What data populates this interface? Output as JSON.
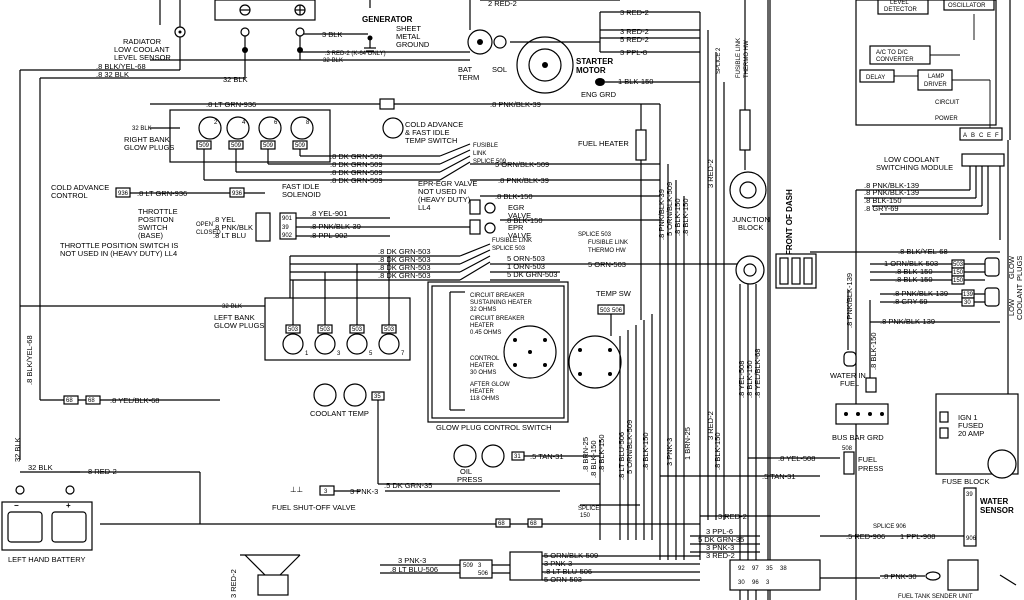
{
  "labels": {
    "generator": "GENERATOR",
    "sheet_metal_1": "SHEET",
    "sheet_metal_2": "METAL",
    "sheet_metal_3": "GROUND",
    "radiator_1": "RADIATOR",
    "radiator_2": "LOW COOLANT",
    "radiator_3": "LEVEL SENSOR",
    "bat_term_1": "BAT",
    "bat_term_2": "TERM",
    "sol": "SOL",
    "starter_1": "STARTER",
    "starter_2": "MOTOR",
    "eng_grd": "ENG GRD",
    "right_bank_1": "RIGHT BANK",
    "right_bank_2": "GLOW PLUGS",
    "cold_adv_sw_1": "COLD ADVANCE",
    "cold_adv_sw_2": "& FAST IDLE",
    "cold_adv_sw_3": "TEMP SWITCH",
    "fusible_link": "FUSIBLE",
    "link": "LINK",
    "splice_509": "SPLICE 509",
    "fuel_heater": "FUEL HEATER",
    "cold_adv_ctrl_1": "COLD ADVANCE",
    "cold_adv_ctrl_2": "CONTROL",
    "fast_idle_1": "FAST IDLE",
    "fast_idle_2": "SOLENOID",
    "throttle_1": "THROTTLE",
    "throttle_2": "POSITION",
    "throttle_3": "SWITCH",
    "throttle_4": "(BASE)",
    "throttle_note_1": "THROTTLE POSITION SWITCH IS",
    "throttle_note_2": "NOT USED IN (HEAVY DUTY) LL4",
    "epr_note_1": "EPR-EGR VALVE",
    "epr_note_2": "NOT USED IN",
    "epr_note_3": "(HEAVY DUTY)",
    "epr_note_4": "LL4",
    "egr_1": "EGR",
    "egr_2": "VALVE",
    "epr_1": "EPR",
    "epr_2": "VALVE",
    "fusible_link_full": "FUSIBLE LINK",
    "splice_503": "SPLICE 503",
    "splice_503b": "SPLICE 503",
    "fusible_link_thermo_1": "FUSIBLE LINK",
    "fusible_link_thermo_2": "THERMO HW",
    "left_bank_1": "LEFT BANK",
    "left_bank_2": "GLOW PLUGS",
    "cb1_1": "CIRCUIT BREAKER",
    "cb1_2": "SUSTAINING HEATER",
    "cb1_3": "32 OHMS",
    "cb2_1": "CIRCUIT BREAKER",
    "cb2_2": "HEATER",
    "cb2_3": "0.45 OHMS",
    "ctrl_heater_1": "CONTROL",
    "ctrl_heater_2": "HEATER",
    "ctrl_heater_3": "30 OHMS",
    "after_glow_1": "AFTER GLOW",
    "after_glow_2": "HEATER",
    "after_glow_3": "118 OHMS",
    "glow_plug_ctrl": "GLOW PLUG CONTROL SWITCH",
    "temp_sw": "TEMP SW",
    "coolant_temp": "COOLANT TEMP",
    "oil_1": "OIL",
    "oil_2": "PRESS",
    "fuel_shutoff": "FUEL SHUT-OFF VALVE",
    "left_battery": "LEFT HAND BATTERY",
    "junction_1": "JUNCTION",
    "junction_2": "BLOCK",
    "front_of_dash": "FRONT OF DASH",
    "level_detector_1": "LEVEL",
    "level_detector_2": "DETECTOR",
    "oscillator": "OSCILLATOR",
    "ac_dc_1": "A/C TO D/C",
    "ac_dc_2": "CONVERTER",
    "delay": "DELAY",
    "lamp_1": "LAMP",
    "lamp_2": "DRIVER",
    "circuit": "CIRCUIT",
    "power": "POWER",
    "low_cool_sw_1": "LOW COOLANT",
    "low_cool_sw_2": "SWITCHING MODULE",
    "glow_1": "GLOW",
    "glow_2": "PLUGS",
    "low_coolant_1": "LOW",
    "low_coolant_2": "COOLANT",
    "water_in_fuel_1": "WATER IN",
    "water_in_fuel_2": "FUEL",
    "bus_bar": "BUS BAR GRD",
    "ign_1": "IGN 1",
    "ign_2": "FUSED",
    "ign_3": "20 AMP",
    "fuse_block": "FUSE BLOCK",
    "water_sensor_1": "WATER",
    "water_sensor_2": "SENSOR",
    "fuel_press_1": "FUEL",
    "fuel_press_2": "PRESS",
    "splice_906": "SPLICE 906",
    "splice_150": "SPLICE",
    "splice_150b": "150",
    "fuel_tank": "FUEL TANK SENDER UNIT",
    "fusible_link_splice_2": "FUSIBLE LINK",
    "splice_2": "SPLICE 2",
    "thermo_hw": "THERMO HW",
    "k64": ".3 RED-2 (K-64 ONLY)"
  },
  "wires": {
    "red2_top": "2 RED-2",
    "blk_3": "3 BLK",
    "blk_32a": "32 BLK",
    "blk_32b": "32-BLK",
    "blk_32c": "32 BLK",
    "blk_yel_68": ".8 BLK/YEL-68",
    "blk_32d": ".8 32 BLK",
    "ltgrn_936a": ".8 LT GRN-936",
    "ltgrn_936b": ".8 LT GRN-936",
    "pnk_blk_39a": ".8 PNK/BLK-39",
    "pnk_blk_39b": ".8 PNK/BLK-39",
    "pnk_blk_39c": ".8 PNK/BLK-39",
    "red2_a": "3 RED-2",
    "red2_b": "3 RED-2",
    "red2_c": "5 RED-2",
    "red2_d": "3 RED-2",
    "ppl8": "3 PPL-8",
    "blk150_a": "1 BLK-150",
    "blk150_b": ".8 BLK-150",
    "blk150_c": ".8 BLK-150",
    "dkgrn509_a": ".8 DK GRN-509",
    "dkgrn509_b": ".8 DK GRN-509",
    "dkgrn509_c": ".8 DK GRN-509",
    "dkgrn509_d": ".8 DK GRN-509",
    "ornblk509": "5 ORN/BLK-509",
    "yel901a": ".8 YEL",
    "pnk_blk_a": ".8 PNK/BLK",
    "ltblu_a": ".8 LT BLU",
    "yel901": ".8 YEL-901",
    "ppl902": ".8 PPL-902",
    "dkgrn503_a": ".8 DK GRN-503",
    "dkgrn503_b": ".8 DK GRN-503",
    "dkgrn503_c": ".8 DK GRN-503",
    "dkgrn503_d": ".8 DK GRN-503",
    "orn503_a": "5 ORN-503",
    "orn503_b": "1 ORN-503",
    "dkgrn503_e": "5 DK GRN-503",
    "orn503_c": "5 ORN-503",
    "blk32_left": "32-BLK",
    "yelblk68": ".8 YEL/BLK-68",
    "blk32_bat": "32 BLK",
    "red2_bat": "8 RED-2",
    "tan31_a": ".5 TAN-31",
    "tan31_b": ".5 TAN-31",
    "dkgrn35": ".5 DK GRN-35",
    "pnk3_a": "3 PNK-3",
    "pnk3_b": "3 PNK-3",
    "pnk3_c": "3 PNK-3",
    "ltblu506": ".8 LT BLU-506",
    "ornblk509_b": "5 ORN/BLK-509",
    "ltblu506_b": ".8 LT BLU-506",
    "orn503_d": "5 ORN-503",
    "yel508": ".8 YEL-508",
    "red906": ".5 RED-906",
    "ppl908": "1 PPL-908",
    "pnk30": ".8 PNK-30",
    "blkyel68_r": ".8 BLK/YEL-68",
    "ornblk503": "1 ORN/BLK-503",
    "blk150_r1": ".8 BLK-150",
    "blk150_r2": ".8 BLK-150",
    "pnkblk139_r": ".8 PNK/BLK-139",
    "gry69_r": ".8 GRY-69",
    "pnkblk139_a": ".8 PNK/BLK-139",
    "pnkblk139_b": ".8 PNK/BLK-139",
    "blk150_m": ".8 BLK-150",
    "gry69_m": ".8 GRY-69",
    "pnkblk139_c": ".8 PNK/BLK-139",
    "blkyel68_v": ".8 BLK/YEL-68",
    "blk150_v": ".8 BLK-150",
    "yel508_v": ".8 YEL-508",
    "yelblk68_v": ".8 YEL/BLK-68",
    "ppl6": "3 PPL-6",
    "dkgrn35_b": "5 DK GRN-35",
    "red2_e": "3 RED-2",
    "red2_f": "3 RED-2",
    "pnk3_d": "3 PNK-3",
    "red2_v": "3 RED-2",
    "red2_v2": "3 RED-2",
    "red2_bl": "3 RED-2",
    "brn25a": ".8 BRN-25",
    "brn25b": "1 BRN-25",
    "blk150_v2": ".8 BLK-150",
    "blk150_v3": ".8 BLK-150",
    "blk150_v4": ".8 BLK-150",
    "ltblu506_v": ".8 LT BLU-506",
    "ornblk_v": "5 ORN/BLK-509",
    "pnkblk39_v": ".8 PNK/BLK-39"
  },
  "connectors": {
    "c936a": "936",
    "c936b": "936",
    "c901": "901",
    "c39": "39",
    "c902": "902",
    "c509a": "509",
    "c509b": "509",
    "c509c": "509",
    "c509d": "509",
    "c503a": "503",
    "c503b": "503",
    "c503c": "503",
    "c503d": "503",
    "c68a": "68",
    "c68b": "68",
    "c35": "35",
    "c31": "31",
    "c3": "3",
    "c68c": "68",
    "c68d": "68",
    "c503_t": "503",
    "c506_t": "506",
    "c139a": "139",
    "c139b": "139",
    "c150": "150",
    "c30": "30",
    "c508": "508",
    "c906": "906",
    "c150b": "150",
    "c509_b": "509",
    "c506_b": "506",
    "c503_b": "503",
    "c39_b": "39",
    "c150_c": "150"
  },
  "glow_ids": {
    "p2": "2",
    "p4": "4",
    "p6": "6",
    "p8": "8",
    "p1": "1",
    "p3": "3",
    "p5": "5",
    "p7": "7"
  },
  "throttle_pos": {
    "open": "OPEN",
    "closed": "CLOSED"
  },
  "power_labels": {
    "a": "A",
    "b": "B",
    "c": "C",
    "e": "E",
    "f": "F"
  },
  "fuse_ids": {
    "f92": "92",
    "f97": "97",
    "f35": "35",
    "f38": "38",
    "f30": "30",
    "f96": "96",
    "f3": "3"
  }
}
